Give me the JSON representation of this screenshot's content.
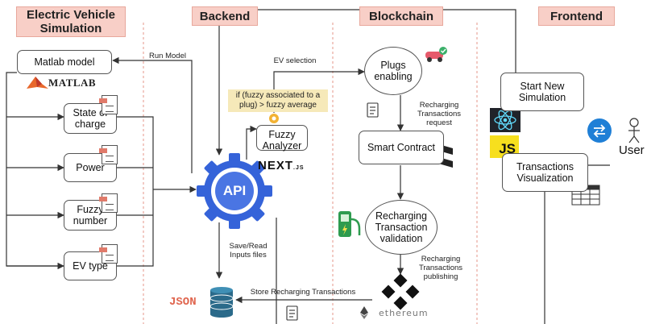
{
  "headers": {
    "simulation": "Electric Vehicle\nSimulation",
    "backend": "Backend",
    "blockchain": "Blockchain",
    "frontend": "Frontend"
  },
  "simulation": {
    "matlab_model": "Matlab model",
    "matlab_logo": "MATLAB",
    "state_of_charge": "State of\ncharge",
    "power": "Power",
    "fuzzy_number": "Fuzzy\nnumber",
    "ev_type": "EV type"
  },
  "backend": {
    "run_model": "Run Model",
    "ev_selection": "EV selection",
    "condition": "if (fuzzy associated to a\nplug) > fuzzy average",
    "fuzzy_analyzer": "Fuzzy\nAnalyzer",
    "next_logo": "NEXT",
    "next_suffix": ".JS",
    "api": "API",
    "save_read": "Save/Read\nInputs files",
    "store_tx": "Store Recharging Transactions",
    "json_logo": "JSON"
  },
  "blockchain": {
    "plugs_enabling": "Plugs\nenabling",
    "recharging_request": "Recharging\nTransactions\nrequest",
    "smart_contract": "Smart Contract",
    "recharging_validation": "Recharging\nTransaction\nvalidation",
    "recharging_publishing": "Recharging\nTransactions\npublishing",
    "ethereum_logo": "ethereum"
  },
  "frontend": {
    "start_new_simulation": "Start New\nSimulation",
    "transactions_visualization": "Transactions\nVisualization",
    "js_logo": "JS",
    "user_label": "User"
  },
  "colors": {
    "header_fill": "#f8cfc7",
    "divider": "#e8a89c",
    "api_gear": "#3563d9",
    "cond_fill": "#f6e9b9",
    "matlab_orange": "#e8682c",
    "react_cyan": "#61dafb",
    "js_yellow": "#f7df1e",
    "arrow_blue": "#1f7fd6"
  }
}
